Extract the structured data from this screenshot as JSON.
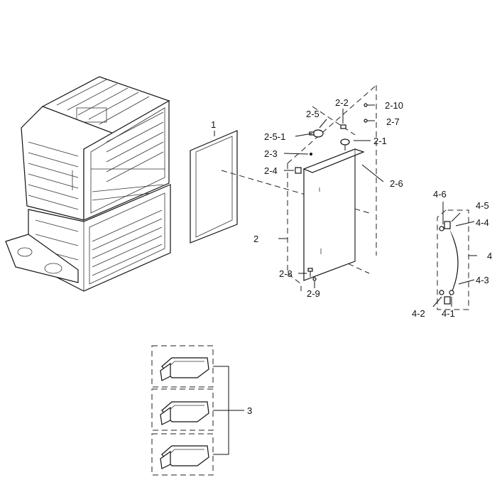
{
  "diagram": {
    "labels": {
      "l1": "1",
      "l2": "2",
      "l2_1": "2-1",
      "l2_2": "2-2",
      "l2_3": "2-3",
      "l2_4": "2-4",
      "l2_5": "2-5",
      "l2_5_1": "2-5-1",
      "l2_6": "2-6",
      "l2_7": "2-7",
      "l2_8": "2-8",
      "l2_9": "2-9",
      "l2_10": "2-10",
      "l3": "3",
      "l4": "4",
      "l4_1": "4-1",
      "l4_2": "4-2",
      "l4_3": "4-3",
      "l4_4": "4-4",
      "l4_5": "4-5",
      "l4_6": "4-6"
    }
  }
}
